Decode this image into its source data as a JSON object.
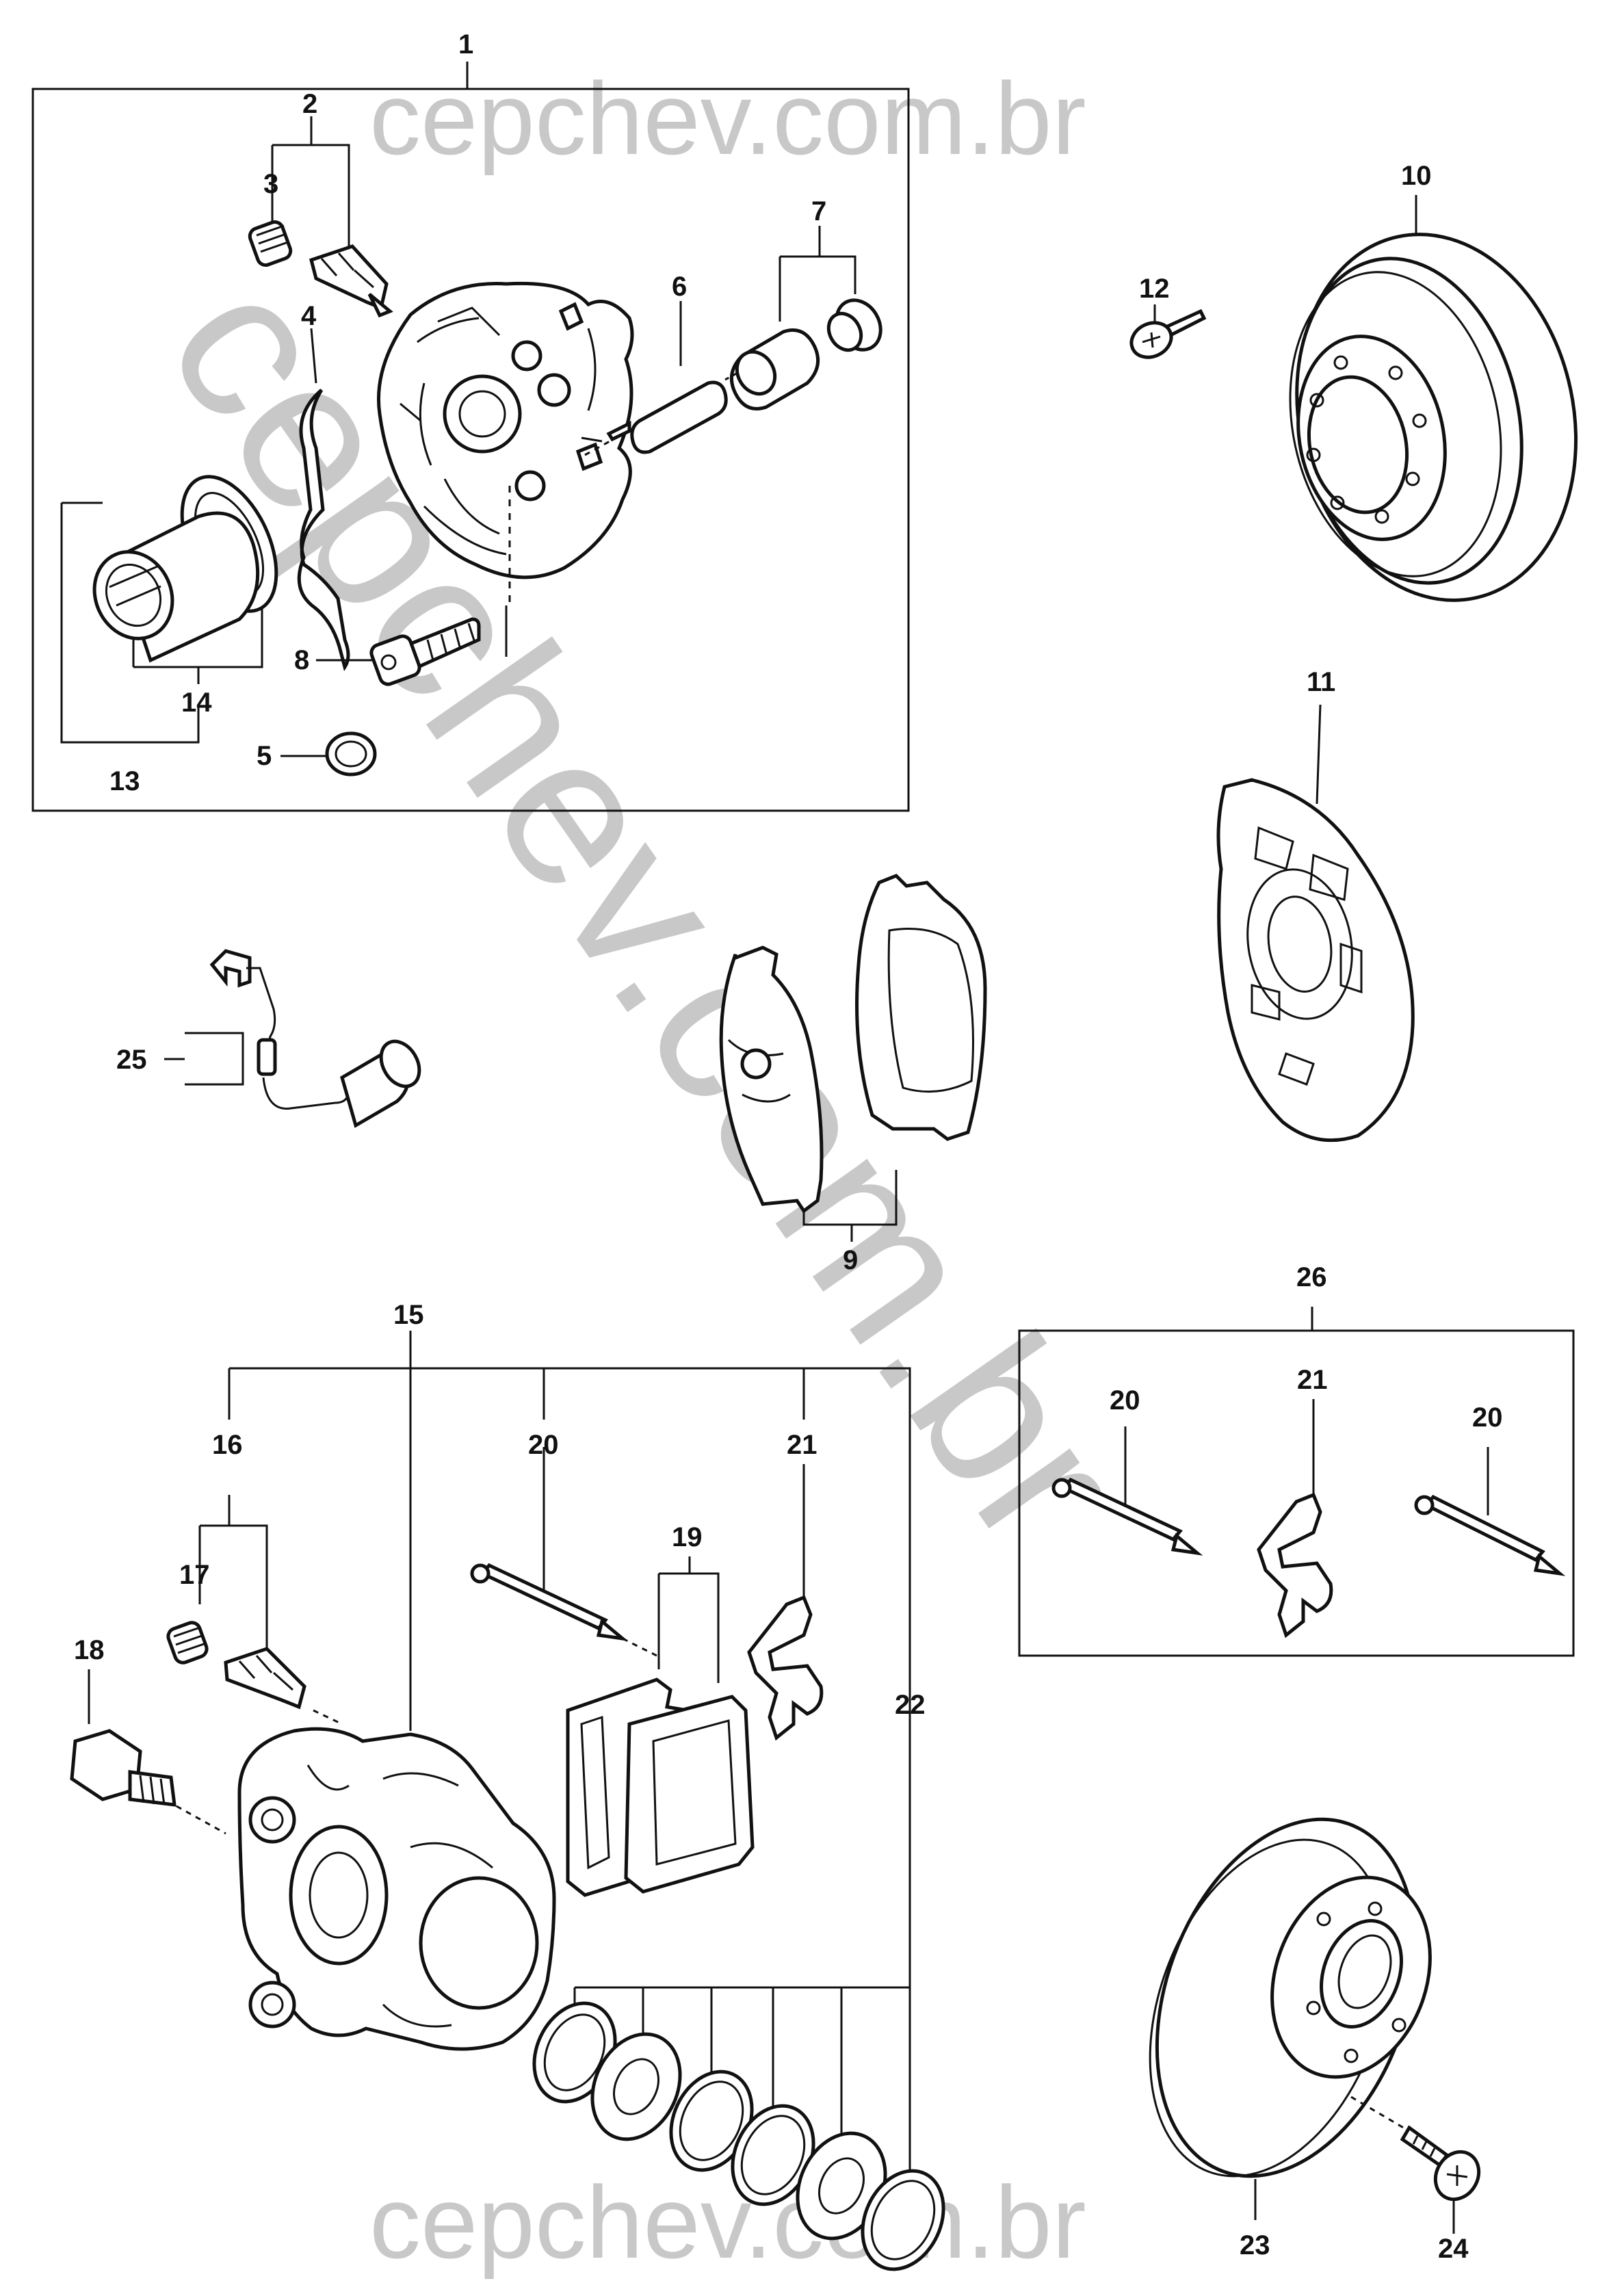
{
  "watermarks": {
    "top": "cepchev.com.br",
    "diagonal": "cepchev.com.br",
    "bottom": "cepchev.com.br"
  },
  "callouts": {
    "c1": "1",
    "c2": "2",
    "c3": "3",
    "c4": "4",
    "c5": "5",
    "c6": "6",
    "c7": "7",
    "c8": "8",
    "c9": "9",
    "c10": "10",
    "c11": "11",
    "c12": "12",
    "c13": "13",
    "c14": "14",
    "c15": "15",
    "c16": "16",
    "c17": "17",
    "c18": "18",
    "c19": "19",
    "c20a": "20",
    "c21a": "21",
    "c22": "22",
    "c23": "23",
    "c24": "24",
    "c25": "25",
    "c26": "26",
    "c20b": "20",
    "c21b": "21",
    "c20c": "20"
  },
  "colors": {
    "line": "#111111",
    "watermark": "#c8c8c8",
    "background": "#ffffff"
  }
}
